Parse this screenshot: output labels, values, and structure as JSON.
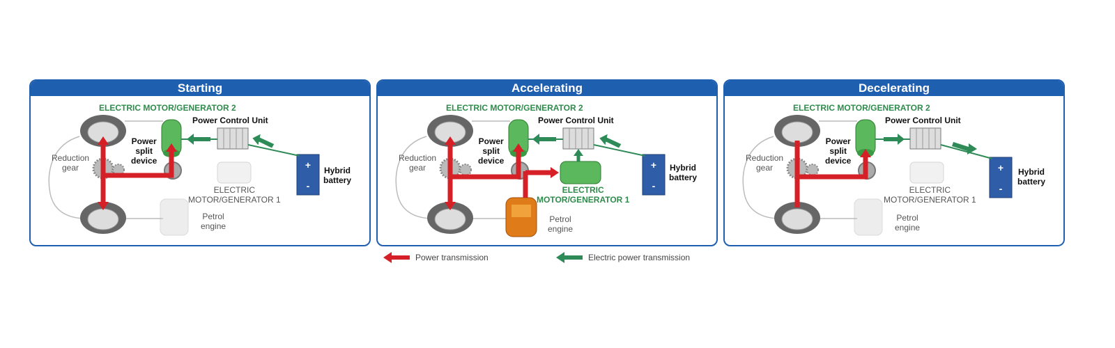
{
  "panels": [
    {
      "title": "Starting",
      "mg2_label": "ELECTRIC MOTOR/GENERATOR  2",
      "pcu_label": "Power Control Unit",
      "split_label": "Power\nsplit\ndevice",
      "reduction_label": "Reduction\ngear",
      "mg1_label": "ELECTRIC\nMOTOR/GENERATOR  1",
      "engine_label": "Petrol\nengine",
      "battery_label": "Hybrid\nbattery",
      "battery_plus": "+",
      "battery_minus": "-"
    },
    {
      "title": "Accelerating",
      "mg2_label": "ELECTRIC MOTOR/GENERATOR  2",
      "pcu_label": "Power Control Unit",
      "split_label": "Power\nsplit\ndevice",
      "reduction_label": "Reduction\ngear",
      "mg1_label": "ELECTRIC\nMOTOR/GENERATOR  1",
      "engine_label": "Petrol\nengine",
      "battery_label": "Hybrid\nbattery",
      "battery_plus": "+",
      "battery_minus": "-"
    },
    {
      "title": "Decelerating",
      "mg2_label": "ELECTRIC MOTOR/GENERATOR  2",
      "pcu_label": "Power Control Unit",
      "split_label": "Power\nsplit\ndevice",
      "reduction_label": "Reduction\ngear",
      "mg1_label": "ELECTRIC\nMOTOR/GENERATOR  1",
      "engine_label": "Petrol\nengine",
      "battery_label": "Hybrid\nbattery",
      "battery_plus": "+",
      "battery_minus": "-"
    }
  ],
  "legend": {
    "power": "Power transmission",
    "electric": "Electric power transmission"
  },
  "colors": {
    "header_blue": "#1f5fb0",
    "power_red": "#d62027",
    "electric_green": "#2e8b57",
    "active_green": "#5cb85c",
    "engine_orange": "#e07b1a",
    "battery_blue": "#2f5da8"
  }
}
